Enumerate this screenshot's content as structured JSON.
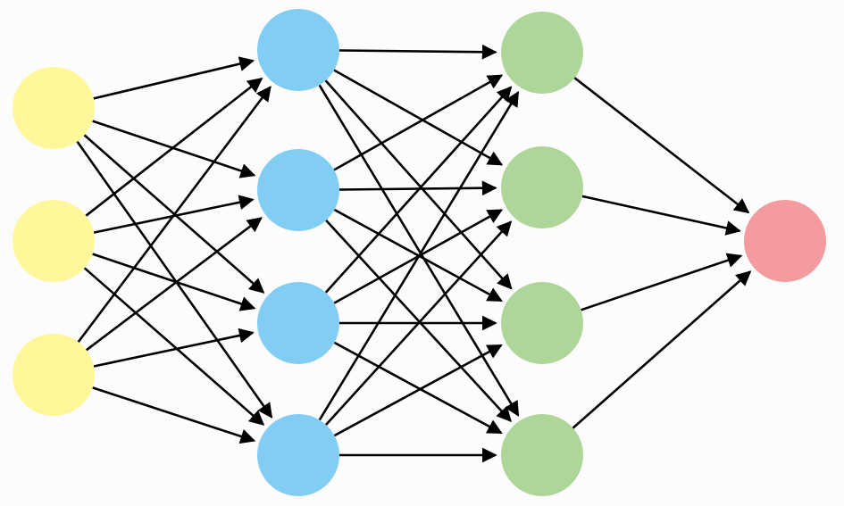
{
  "diagram": {
    "type": "feedforward-neural-network",
    "fully_connected": true,
    "edge_color": "#000000",
    "background": "#fcfcfc",
    "layers": [
      {
        "name": "input",
        "nodes": 3,
        "color": "#fff799"
      },
      {
        "name": "hidden-1",
        "nodes": 4,
        "color": "#81cdf4"
      },
      {
        "name": "hidden-2",
        "nodes": 4,
        "color": "#aed699"
      },
      {
        "name": "output",
        "nodes": 1,
        "color": "#f39b9f"
      }
    ]
  }
}
